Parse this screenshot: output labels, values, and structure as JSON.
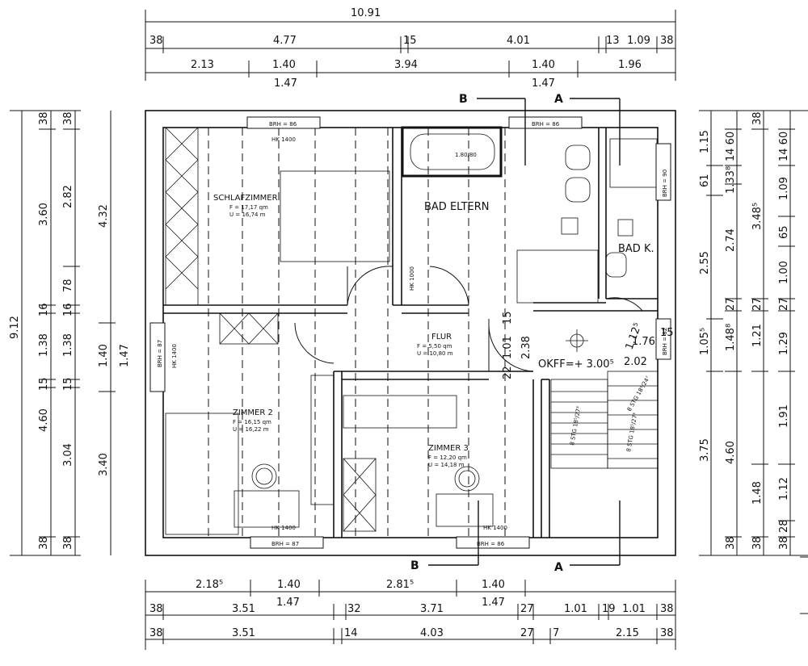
{
  "dims_top": {
    "overall": "10.91",
    "row1": [
      "38",
      "4.77",
      "15",
      "4.01",
      "13",
      "1.09",
      "38"
    ],
    "row2": [
      "2.13",
      "1.40",
      "3.94",
      "1.40",
      "1.96"
    ],
    "row2b": [
      "1.47",
      "1.47"
    ]
  },
  "dims_bottom": {
    "row1": [
      "2.18⁵",
      "1.40",
      "2.81⁵",
      "1.40"
    ],
    "row1b": [
      "1.47",
      "1.47"
    ],
    "row2": [
      "38",
      "3.51",
      "32",
      "3.71",
      "27",
      "1.01",
      "19",
      "1.01",
      "38"
    ],
    "row3": [
      "38",
      "3.51",
      "14",
      "4.03",
      "27",
      "7",
      "2.15",
      "38"
    ]
  },
  "dims_left": {
    "overall": "9.12",
    "col1": [
      "38",
      "3.60",
      "16",
      "1.38",
      "15",
      "4.60",
      "38"
    ],
    "col2": [
      "38",
      "2.82",
      "78",
      "16",
      "1.38",
      "15",
      "3.04",
      "38"
    ],
    "col3": [
      "4.32",
      "1.40",
      "1.47",
      "3.40"
    ]
  },
  "dims_right": {
    "col1": [
      "1.15",
      "61",
      "2.55",
      "1.05⁵",
      "3.75"
    ],
    "col2": [
      "14 60",
      "1.33⁸",
      "2.74",
      "27",
      "1.48⁸",
      "4.60",
      "38"
    ],
    "col3": [
      "38",
      "3.48⁵",
      "27",
      "1.21",
      "1.48",
      "38"
    ],
    "col4": [
      "14 60",
      "1.09",
      "65",
      "1.00",
      "27",
      "1.29",
      "1.91",
      "1.12",
      "28",
      "38"
    ]
  },
  "rooms": {
    "schlafzimmer": {
      "name": "SCHLAFZIMMER",
      "f": "F = 17,17 qm",
      "u": "U = 16,74 m"
    },
    "bad_eltern": {
      "name": "BAD ELTERN"
    },
    "bad_k": {
      "name": "BAD K."
    },
    "flur": {
      "name": "FLUR",
      "f": "F = 5,50 qm",
      "u": "U = 10,80 m"
    },
    "zimmer2": {
      "name": "ZIMMER 2",
      "f": "F = 16,15 qm",
      "u": "U = 16,22 m"
    },
    "zimmer3": {
      "name": "ZIMMER 3",
      "f": "F = 12,20 qm",
      "u": "U = 14,18 m"
    }
  },
  "labels": {
    "brh86a": "BRH = 86",
    "brh86b": "BRH = 86",
    "brh87a": "BRH = 87",
    "brh87b": "BRH = 87",
    "brh86c": "BRH = 86",
    "brh90": "BRH = 90",
    "brh82": "BRH = 82",
    "hk1400a": "HK 1400",
    "hk1400b": "HK 1400",
    "hk1400c": "HK 1400",
    "hk1400d": "HK 1400",
    "hk1000": "HK 1000",
    "tub": "1.80/80",
    "okff": "OKFF=+ 3.00⁵",
    "stair_1_76": "1.76",
    "stair_2_02": "2.02",
    "stair_1_12": "1.12⁵",
    "flur_101": "1.01",
    "flur_238": "2.38",
    "flur_15": "15",
    "flur_22": "22",
    "stair_15": "15",
    "stg_a": "8 STG 18⁵/27³",
    "stg_b": "8 STG 18⁵/27³",
    "stg_c": "8 STG 18⁵/24⁷"
  },
  "sections": {
    "a_top": "A",
    "b_top": "B",
    "a_bottom": "A",
    "b_bottom": "B"
  }
}
